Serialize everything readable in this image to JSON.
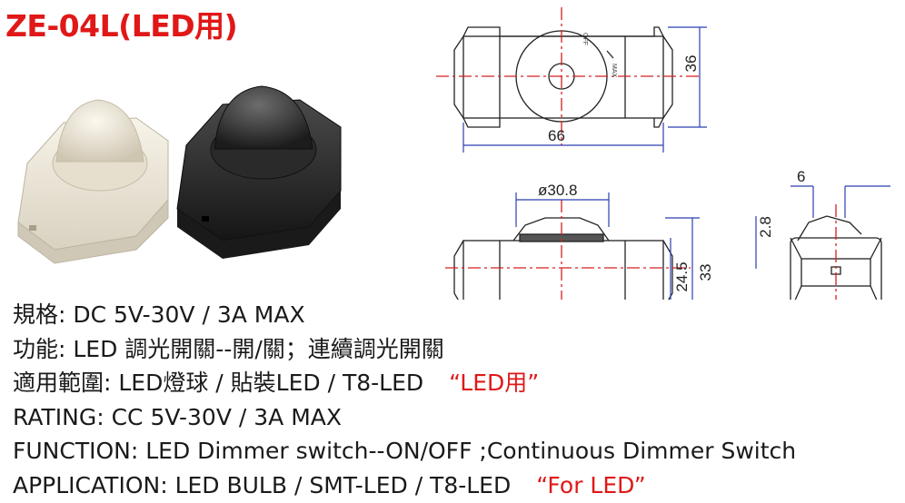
{
  "title": "ZE-04L(LED用)",
  "drawing": {
    "dim_length": "66",
    "dim_height_top": "36",
    "dim_diameter": "ø30.8",
    "dim_height_side": "33",
    "dim_inner_height": "24.5",
    "dim_knob_height": "2.8",
    "dim_slot_width": "6",
    "knob_label_off": "OFF",
    "knob_label_max": "MAX"
  },
  "specs": [
    {
      "label": "規格: DC 5V-30V / 3A MAX",
      "tag": ""
    },
    {
      "label": "功能: LED 調光開關--開/關；連續調光開關",
      "tag": ""
    },
    {
      "label": "適用範圍: LED燈球 / 貼裝LED / T8-LED",
      "tag": "“LED用”"
    },
    {
      "label": "RATING: CC 5V-30V / 3A MAX",
      "tag": ""
    },
    {
      "label": "FUNCTION: LED Dimmer switch--ON/OFF ;Continuous Dimmer Switch",
      "tag": ""
    },
    {
      "label": "APPLICATION: LED BULB / SMT-LED / T8-LED",
      "tag": "“For LED”"
    }
  ],
  "colors": {
    "title": "#e01818",
    "tag": "#e01818",
    "centerline": "#d42020",
    "dimension": "#2a3fb0"
  }
}
